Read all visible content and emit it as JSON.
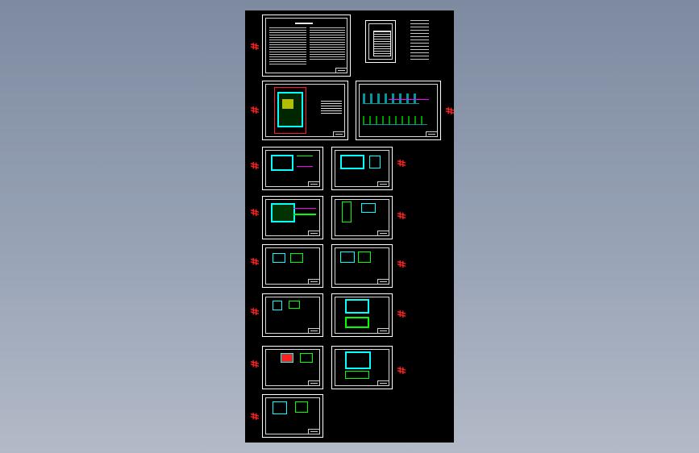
{
  "viewport": {
    "background_color": "#000000",
    "frame_color": "#ffffff",
    "accent_colors": [
      "#00ffff",
      "#00ff00",
      "#ff0000",
      "#ffff00",
      "#ff00ff"
    ],
    "page_background": "#9aa4b6"
  },
  "sheet_marker_glyph": "#",
  "sheets": [
    {
      "id": "design-notes"
    },
    {
      "id": "catalog"
    },
    {
      "id": "table"
    },
    {
      "id": "site-plan"
    },
    {
      "id": "process-elevation"
    },
    {
      "id": "detail-1"
    },
    {
      "id": "detail-2"
    },
    {
      "id": "detail-3"
    },
    {
      "id": "detail-4"
    },
    {
      "id": "detail-5"
    },
    {
      "id": "detail-6"
    },
    {
      "id": "detail-7"
    },
    {
      "id": "detail-8"
    },
    {
      "id": "detail-9"
    },
    {
      "id": "detail-10"
    },
    {
      "id": "detail-11"
    }
  ]
}
